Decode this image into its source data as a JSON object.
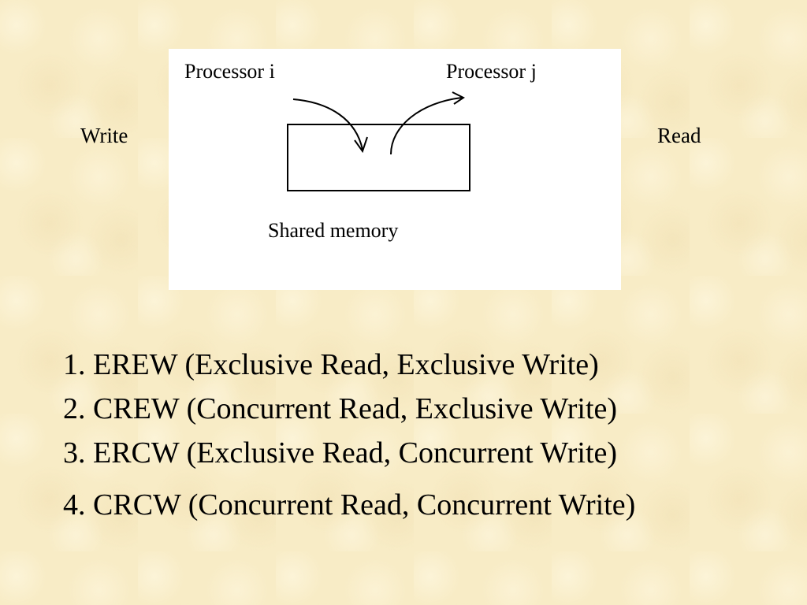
{
  "diagram": {
    "write_label": "Write",
    "read_label": "Read",
    "processor_i": "Processor i",
    "processor_j": "Processor  j",
    "shared_memory": "Shared memory"
  },
  "modes": [
    "1. EREW (Exclusive Read, Exclusive Write)",
    "2. CREW (Concurrent Read, Exclusive Write)",
    "3. ERCW (Exclusive Read, Concurrent Write)",
    "4. CRCW (Concurrent Read, Concurrent Write)"
  ],
  "colors": {
    "background": "#f8ecc6",
    "figure_background": "#ffffff",
    "ink": "#000000"
  }
}
